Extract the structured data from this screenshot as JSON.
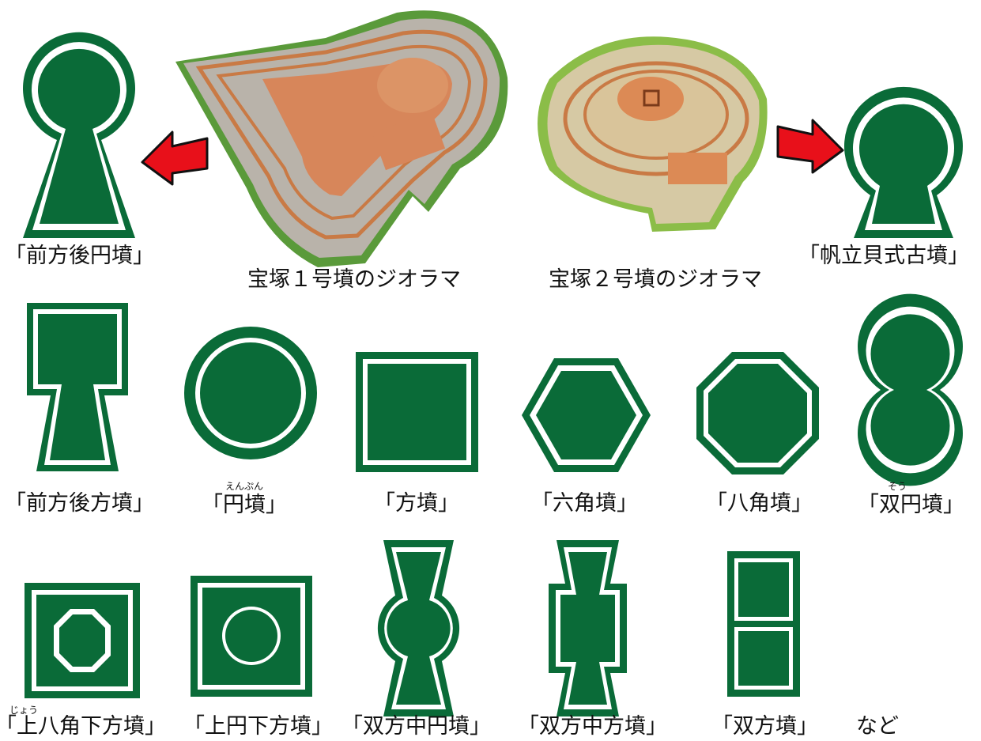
{
  "colors": {
    "green": "#0a6b38",
    "arrow": "#e8101a",
    "arrow_outline": "#111111"
  },
  "dioramas": {
    "d1_caption": "宝塚１号墳のジオラマ",
    "d2_caption": "宝塚２号墳のジオラマ"
  },
  "shapes": {
    "zenpo_koen": "「前方後円墳」",
    "hotate": "「帆立貝式古墳」",
    "zenpo_koho": "「前方後方墳」",
    "enpun": "「円墳」",
    "enpun_ruby": "えんぷん",
    "hofun": "「方墳」",
    "rokkaku": "「六角墳」",
    "hakkaku": "「八角墳」",
    "souen": "「双円墳」",
    "souen_ruby": "そう",
    "jo_hakkaku": "「上八角下方墳」",
    "jo_ruby": "じょう",
    "jo_en": "「上円下方墳」",
    "sohochuen": "「双方中円墳」",
    "sohochuho": "「双方中方墳」",
    "soho": "「双方墳」",
    "etc": "など"
  }
}
